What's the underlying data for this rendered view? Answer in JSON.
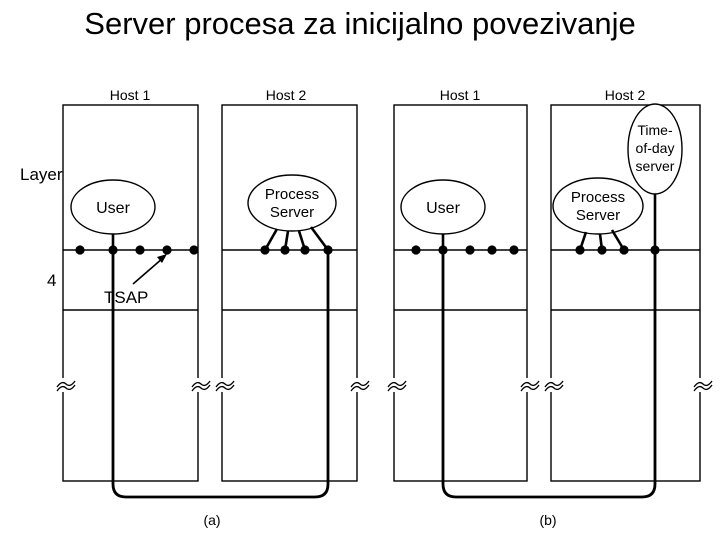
{
  "slide": {
    "title": "Server procesa za inicijalno povezivanje",
    "background_color": "#ffffff",
    "ink_color": "#000000"
  },
  "figure": {
    "axis_labels": {
      "layer_label": "Layer",
      "layer_number": "4"
    },
    "annotation": {
      "tsap_label": "TSAP"
    },
    "panels": [
      {
        "id": "a",
        "caption": "(a)",
        "hosts": [
          {
            "id": "a-host1",
            "label": "Host 1",
            "tsap_count": 5,
            "processes": [
              {
                "name": "User",
                "lines": [
                  "User"
                ],
                "shape": "ellipse",
                "legs": 1
              }
            ]
          },
          {
            "id": "a-host2",
            "label": "Host 2",
            "tsap_count": 4,
            "processes": [
              {
                "name": "Process Server",
                "lines": [
                  "Process",
                  "Server"
                ],
                "shape": "ellipse",
                "legs": 4
              }
            ]
          }
        ],
        "connection": "user-to-process-server"
      },
      {
        "id": "b",
        "caption": "(b)",
        "hosts": [
          {
            "id": "b-host1",
            "label": "Host 1",
            "tsap_count": 5,
            "processes": [
              {
                "name": "User",
                "lines": [
                  "User"
                ],
                "shape": "ellipse",
                "legs": 1
              }
            ]
          },
          {
            "id": "b-host2",
            "label": "Host 2",
            "tsap_count": 4,
            "processes": [
              {
                "name": "Process Server",
                "lines": [
                  "Process",
                  "Server"
                ],
                "shape": "ellipse",
                "legs": 3
              },
              {
                "name": "Time-of-day server",
                "lines": [
                  "Time-",
                  "of-day",
                  "server"
                ],
                "shape": "ellipse-tall",
                "legs": 1
              }
            ]
          }
        ],
        "connection": "user-to-time-of-day-server"
      }
    ]
  }
}
